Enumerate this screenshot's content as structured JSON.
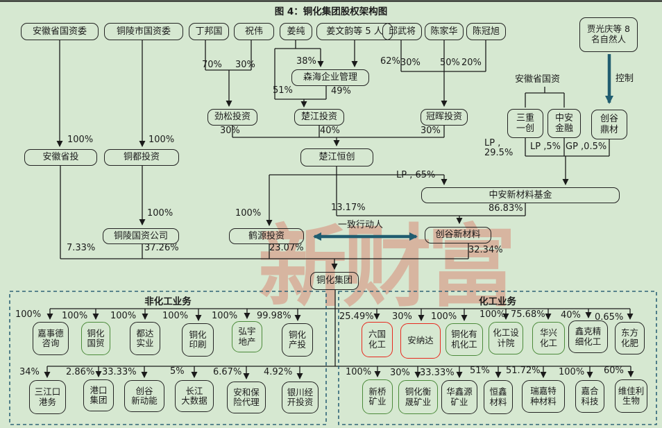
{
  "title": "图 4：铜化集团股权架构图",
  "watermark": "新财富",
  "colors": {
    "background": "#d6e8d1",
    "line": "#1a1a1a",
    "teal_accent": "#215d70",
    "red_border": "#e8281e",
    "green_border": "#4b8a3a",
    "dashed_border": "#2e6377",
    "watermark_pink": "#d88a79"
  },
  "nodes": {
    "anhui_sasac": "安徽省国资委",
    "tongling_sasac": "铜陵市国资委",
    "ding_bangguo": "丁邦国",
    "zhu_wei": "祝伟",
    "jiang_chun": "姜纯",
    "jiang_wenyun": "姜文韵等 5 人",
    "qiu_wujiang": "邱武将",
    "chen_jiahua": "陈家华",
    "chen_guanxu": "陈冠旭",
    "jia_guangqing": "贾光庆等 8\n名自然人",
    "senhai": "森海企业管理",
    "jinsong": "劲松投资",
    "chujiang_touzi": "楚江投资",
    "guanhui": "冠晖投资",
    "sanchong_yichuang": "三重\n一创",
    "zhongan_jinrong": "中安\n金融",
    "chuanggu_dingcai": "创谷\n鼎材",
    "anhui_shengtou": "安徽省投",
    "tongdu_touzi": "铜都投资",
    "chujiang_hengchuang": "楚江恒创",
    "zhongan_fund": "中安新材料基金",
    "tongling_guozi": "铜陵国资公司",
    "heyuan_touzi": "鹤源投资",
    "chuanggu_xincai": "创谷新材料",
    "tonghua_group": "铜化集团"
  },
  "annotations": {
    "anhui_guozi": "安徽省国资",
    "control": "控制",
    "concert_parties": "一致行动人"
  },
  "pct": {
    "sasac_anhui_shengtou": "100%",
    "sasac_tongdu": "100%",
    "ding": "70%",
    "zhuwei": "30%",
    "jiang_senhai": "38%",
    "jiangwy_senhai": "62%",
    "jiang_chujiang": "51%",
    "senhai_chujiang": "49%",
    "qiu_guanhui": "30%",
    "chenjh_guanhui": "50%",
    "chengx_guanhui": "20%",
    "jinsong_hengchuang": "30%",
    "chujiang_hengchuang": "40%",
    "guanhui_hengchuang": "30%",
    "tongdu_tlguozi": "100%",
    "hengchuang_heyuan": "100%",
    "hengchuang_fund": "LP , 65%",
    "sanchong_fund": "LP ,\n29.5%",
    "zhonganjr_fund": "LP ,5%",
    "dingcai_fund": "GP ,0.5%",
    "hengchuang_xincai": "13.17%",
    "fund_xincai": "86.83%",
    "shengtou_tonghua": "7.33%",
    "tlguozi_tonghua": "37.26%",
    "heyuan_tonghua": "23.07%",
    "xincai_tonghua": "32.34%"
  },
  "groups": {
    "left": {
      "title": "非化工业务",
      "row1": [
        {
          "pct": "100%",
          "name": "嘉事德\n咨询",
          "border": "dark"
        },
        {
          "pct": "100%",
          "name": "铜化\n国贸",
          "border": "green"
        },
        {
          "pct": "100%",
          "name": "都达\n实业",
          "border": "dark"
        },
        {
          "pct": "100%",
          "name": "铜化\n印刷",
          "border": "dark"
        },
        {
          "pct": "100%",
          "name": "弘宇\n地产",
          "border": "green"
        },
        {
          "pct": "99.98%",
          "name": "铜化\n产投",
          "border": "dark"
        }
      ],
      "row2": [
        {
          "pct": "34%",
          "name": "三江口\n港务",
          "border": "dark"
        },
        {
          "pct": "2.86%",
          "name": "港口\n集团",
          "border": "dark"
        },
        {
          "pct": "33.33%",
          "name": "创谷\n新动能",
          "border": "dark"
        },
        {
          "pct": "5%",
          "name": "长江\n大数据",
          "border": "dark"
        },
        {
          "pct": "6.67%",
          "name": "安和保\n险代理",
          "border": "dark"
        },
        {
          "pct": "4.92%",
          "name": "银川经\n开投资",
          "border": "dark"
        }
      ]
    },
    "right": {
      "title": "化工业务",
      "row1": [
        {
          "pct": "25.49%",
          "name": "六国\n化工",
          "border": "red"
        },
        {
          "pct": "30%",
          "name": "安纳达",
          "border": "red"
        },
        {
          "pct": "100%",
          "name": "铜化有\n机化工",
          "border": "green"
        },
        {
          "pct": "100%",
          "name": "化工设\n计院",
          "border": "green"
        },
        {
          "pct": "75.68%",
          "name": "华兴\n化工",
          "border": "green"
        },
        {
          "pct": "40%",
          "name": "鑫克精\n细化工",
          "border": "dark"
        },
        {
          "pct": "0.65%",
          "name": "东方\n化肥",
          "border": "dark"
        }
      ],
      "row2": [
        {
          "pct": "100%",
          "name": "新桥\n矿业",
          "border": "green"
        },
        {
          "pct": "30%",
          "name": "铜化衡\n晟矿业",
          "border": "green"
        },
        {
          "pct": "33.33%",
          "name": "华鑫源\n矿业",
          "border": "dark"
        },
        {
          "pct": "51%",
          "name": "恒鑫\n材料",
          "border": "dark"
        },
        {
          "pct": "51.72%",
          "name": "瑞嘉特\n种材料",
          "border": "dark"
        },
        {
          "pct": "100%",
          "name": "嘉合\n科技",
          "border": "dark"
        },
        {
          "pct": "60%",
          "name": "维佳利\n生物",
          "border": "dark"
        }
      ]
    }
  }
}
